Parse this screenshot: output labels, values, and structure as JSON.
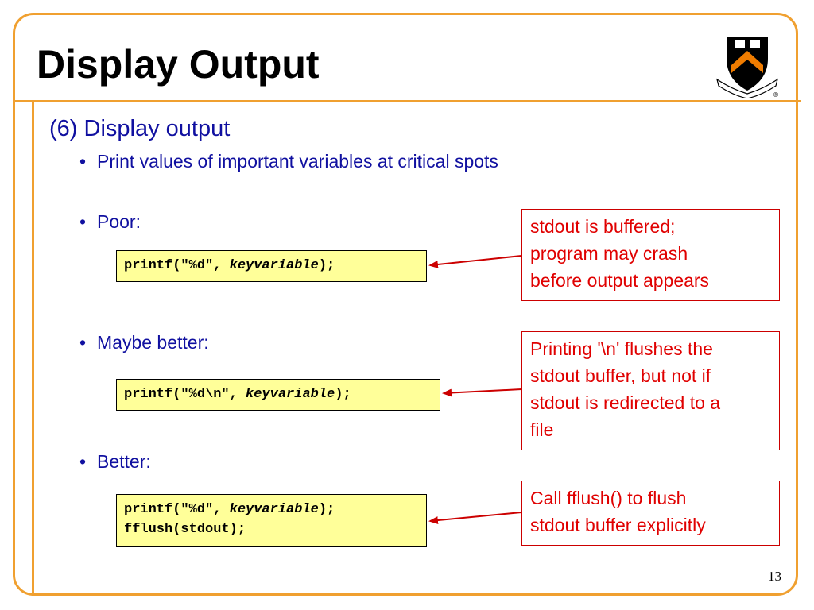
{
  "slide": {
    "title": "Display Output",
    "heading": "(6) Display output",
    "page_number": "13"
  },
  "bullets": [
    "Print values of important variables at critical spots",
    "Poor:",
    "Maybe better:",
    "Better:"
  ],
  "code": {
    "poor": {
      "prefix": "printf(\"%d\", ",
      "var": "keyvariable",
      "suffix": ");"
    },
    "maybe": {
      "prefix": "printf(\"%d\\n\", ",
      "var": "keyvariable",
      "suffix": ");"
    },
    "better": {
      "prefix": "printf(\"%d\", ",
      "var": "keyvariable",
      "suffix": ");",
      "line2": "fflush(stdout);"
    }
  },
  "notes": {
    "poor": [
      "stdout is buffered;",
      "program may crash",
      "before output appears"
    ],
    "maybe": [
      "Printing '\\n' flushes the",
      "stdout buffer, but not if",
      "stdout is redirected to a",
      "file"
    ],
    "better": [
      "Call fflush() to flush",
      "stdout buffer explicitly"
    ]
  },
  "logo": {
    "shield_color": "#000000",
    "chevron_color": "#f07c00",
    "registered_mark": "®"
  },
  "colors": {
    "frame": "#f0a030",
    "text_blue": "#1010a0",
    "note_red": "#e00000",
    "code_bg": "#ffff99"
  }
}
